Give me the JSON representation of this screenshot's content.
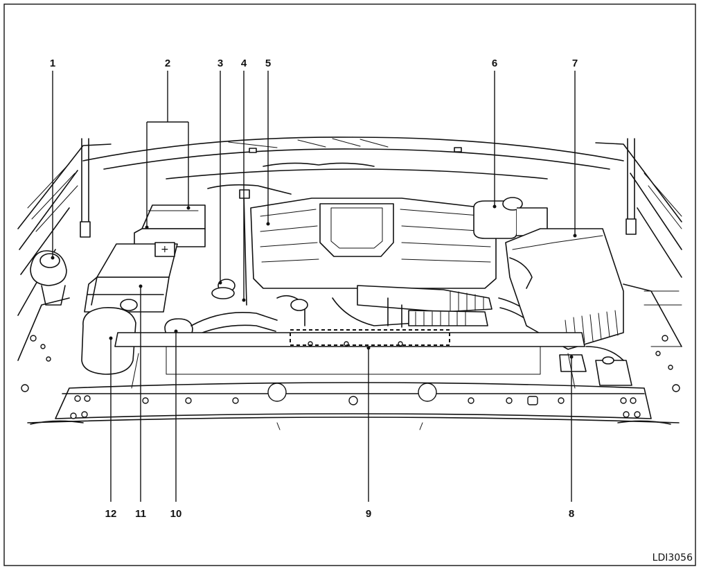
{
  "figure_code": "LDI3056",
  "callouts": {
    "c1": "1",
    "c2": "2",
    "c3": "3",
    "c4": "4",
    "c5": "5",
    "c6": "6",
    "c7": "7",
    "c8": "8",
    "c9": "9",
    "c10": "10",
    "c11": "11",
    "c12": "12"
  }
}
